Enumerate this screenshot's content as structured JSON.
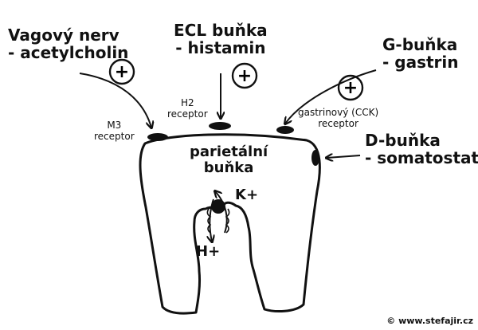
{
  "sources": {
    "vagus": {
      "line1": "Vagový nerv",
      "line2": "- acetylcholin",
      "effect": "+"
    },
    "ecl": {
      "line1": "ECL buňka",
      "line2": "- histamin",
      "effect": "+"
    },
    "g": {
      "line1": "G-buňka",
      "line2": "- gastrin",
      "effect": "+"
    },
    "d": {
      "line1": "D-buňka",
      "line2": "- somatostatin"
    }
  },
  "receptors": {
    "m3": {
      "line1": "M3",
      "line2": "receptor"
    },
    "h2": {
      "line1": "H2",
      "line2": "receptor"
    },
    "cck": {
      "line1": "gastrinový (CCK)",
      "line2": "receptor"
    }
  },
  "cell": {
    "line1": "parietální",
    "line2": "buňka"
  },
  "ions": {
    "k": "K+",
    "h": "H+"
  },
  "footer": "© www.stefajir.cz"
}
